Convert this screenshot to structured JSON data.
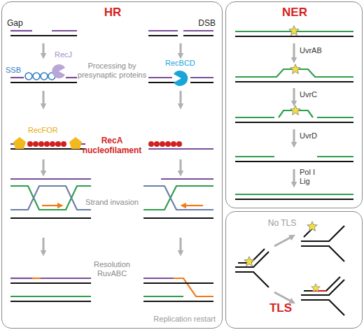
{
  "diagram": {
    "nodes": [
      {
        "text": [
          "HR"
        ]
      },
      {
        "text": [
          "NER"
        ]
      },
      {
        "text": [
          "No TLS",
          "TLS"
        ]
      }
    ],
    "labels": [
      "Gap",
      "DSB",
      "RecJ",
      "SSB",
      "RecBCD",
      "Processing by presynaptic proteins",
      "RecFOR",
      "RecA nucleofilament",
      "Strand invasion",
      "Resolution RuvABC",
      "Replication restart",
      "UvrAB",
      "UvrC",
      "UvrD",
      "Pol I Lig"
    ]
  }
}
